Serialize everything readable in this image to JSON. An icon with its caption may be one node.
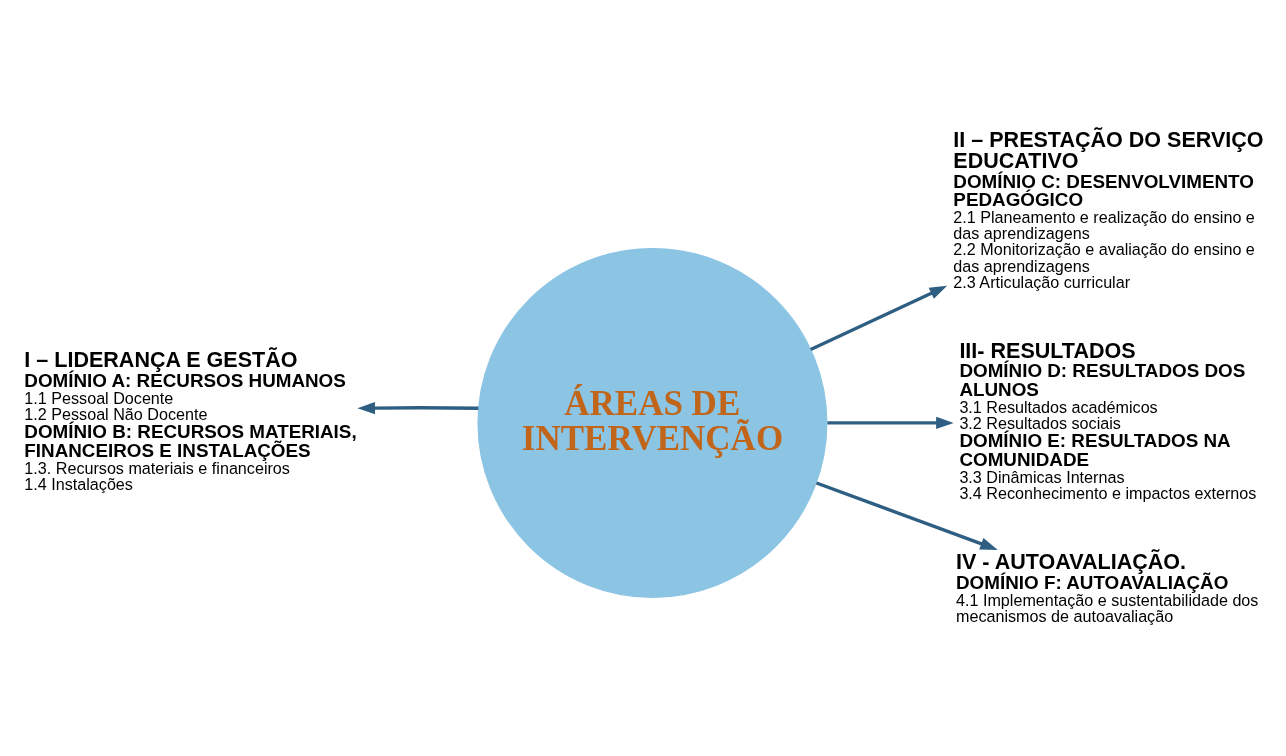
{
  "diagram": {
    "nodes": [
      {
        "text": [
          "ÁREAS DE INTERVENÇÃO"
        ]
      },
      {
        "text": [
          "II – PRESTAÇÃO DO SERVIÇO EDUCATIVO",
          "DOMÍNIO C: DESENVOLVIMENTO PEDAGÓGICO",
          "2.1 Planeamento e realização do ensino e das aprendizagens",
          "2.2 Monitorização e avaliação do ensino e das aprendizagens",
          "2.3 Articulação curricular"
        ]
      },
      {
        "text": [
          "I – LIDERANÇA E GESTÃO",
          "DOMÍNIO A: RECURSOS HUMANOS",
          "1.1 Pessoal Docente",
          "1.2 Pessoal Não Docente",
          "DOMÍNIO B: RECURSOS MATERIAIS, FINANCEIROS E INSTALAÇÕES",
          "1.3. Recursos materiais e financeiros",
          "1.4 Instalações"
        ]
      },
      {
        "text": [
          "III- RESULTADOS",
          "DOMÍNIO D: RESULTADOS DOS ALUNOS",
          "3.1 Resultados académicos",
          "3.2 Resultados sociais",
          "DOMÍNIO E: RESULTADOS NA COMUNIDADE",
          "3.3 Dinâmicas Internas",
          "3.4 Reconhecimento e impactos externos"
        ]
      },
      {
        "text": [
          "IV - AUTOAVALIAÇÃO.",
          "DOMÍNIO F: AUTOAVALIAÇÃO",
          "4.1 Implementação e sustentabilidade dos mecanismos de autoavaliação"
        ]
      }
    ],
    "edges": [
      {
        "from": 0,
        "to": 1,
        "arrow": "to"
      },
      {
        "from": 0,
        "to": 2,
        "arrow": "to"
      },
      {
        "from": 0,
        "to": 3,
        "arrow": "to"
      },
      {
        "from": 0,
        "to": 4,
        "arrow": "to"
      }
    ]
  }
}
